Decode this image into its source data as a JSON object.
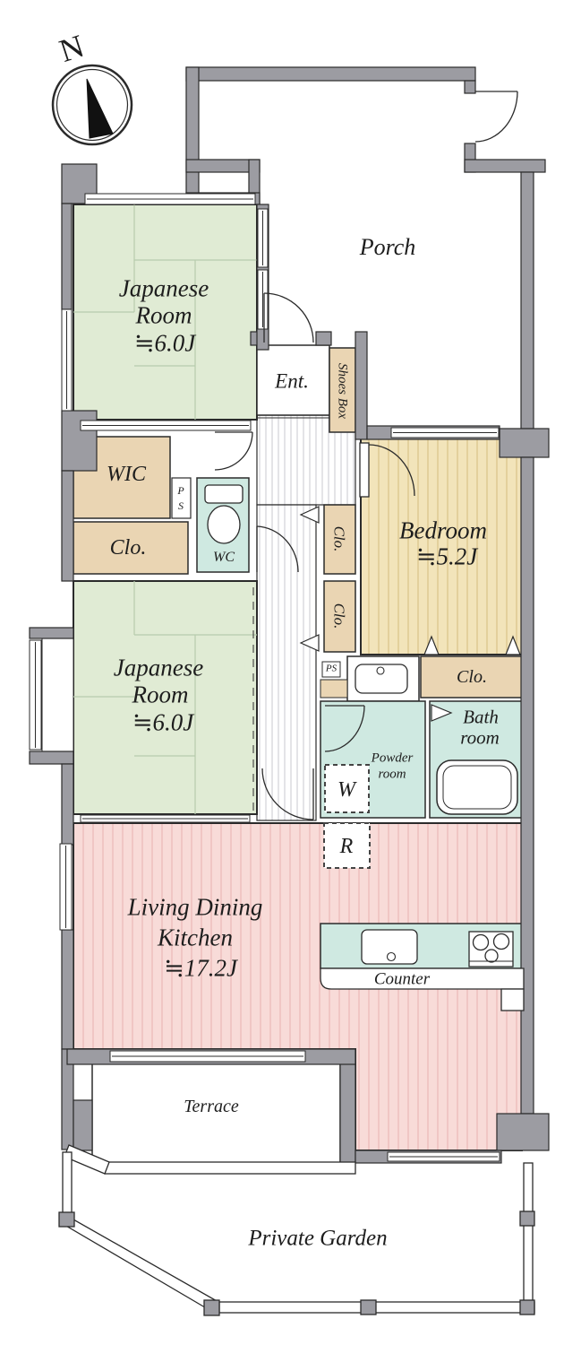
{
  "compass": {
    "north": "N"
  },
  "rooms": {
    "porch": {
      "label": "Porch"
    },
    "japanese_room_top": {
      "name1": "Japanese",
      "name2": "Room",
      "size": "≒6.0J"
    },
    "japanese_room_mid": {
      "name1": "Japanese",
      "name2": "Room",
      "size": "≒6.0J"
    },
    "bedroom": {
      "name": "Bedroom",
      "size": "≒5.2J"
    },
    "ldk": {
      "name1": "Living Dining",
      "name2": "Kitchen",
      "size": "≒17.2J"
    },
    "entrance": {
      "label": "Ent."
    },
    "shoes_box": {
      "label": "Shoes Box"
    },
    "wic": {
      "label": "WIC"
    },
    "closet_west": {
      "label": "Clo."
    },
    "wc": {
      "label": "WC"
    },
    "pipe_space_upper": {
      "line1": "P",
      "line2": "S"
    },
    "pipe_space_lower": {
      "label": "PS"
    },
    "closet_hall_upper": {
      "label": "Clo."
    },
    "closet_hall_lower": {
      "label": "Clo."
    },
    "closet_bedroom": {
      "label": "Clo."
    },
    "bathroom": {
      "name1": "Bath",
      "name2": "room"
    },
    "powder_room": {
      "name1": "Powder",
      "name2": "room"
    },
    "washer": {
      "label": "W"
    },
    "refrigerator": {
      "label": "R"
    },
    "counter": {
      "label": "Counter"
    },
    "terrace": {
      "label": "Terrace"
    },
    "private_garden": {
      "label": "Private Garden"
    }
  },
  "colors": {
    "tatami_green": "#e0ebd4",
    "flooring_wood": "#f2e4ba",
    "ldk_pink": "#f8dbd8",
    "wet_area_teal": "#cfe9e1",
    "closet_tan": "#ead5b3",
    "wall_gray": "#9c9ca2"
  }
}
